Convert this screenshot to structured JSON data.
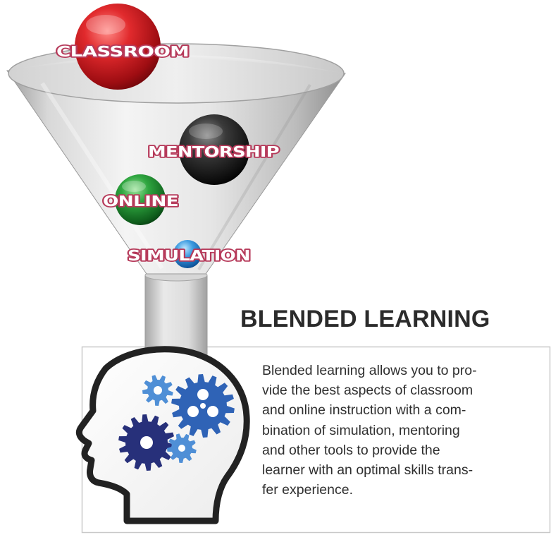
{
  "diagram": {
    "inputs": [
      "CLASSROOM",
      "MENTORSHIP",
      "ONLINE",
      "SIMULATION"
    ]
  },
  "colors": {
    "classroom_ball": "#c0141c",
    "mentorship_ball": "#1b1b1b",
    "online_ball": "#1f8a2e",
    "simulation_ball": "#2f8fd8",
    "label_outline": "#b63a5a",
    "gear_dark": "#27307a",
    "gear_medium": "#2f63b6",
    "gear_light": "#4f8fd6"
  },
  "title": "BLENDED LEARNING",
  "description_lines": [
    "Blended learning allows you to pro-",
    "vide the best aspects of classroom",
    "and online instruction with a com-",
    "bination of simulation, mentoring",
    "and other tools to provide the",
    "learner with an optimal skills trans-",
    "fer experience."
  ],
  "icons": [
    "funnel-icon",
    "head-silhouette-icon",
    "gear-icon"
  ]
}
